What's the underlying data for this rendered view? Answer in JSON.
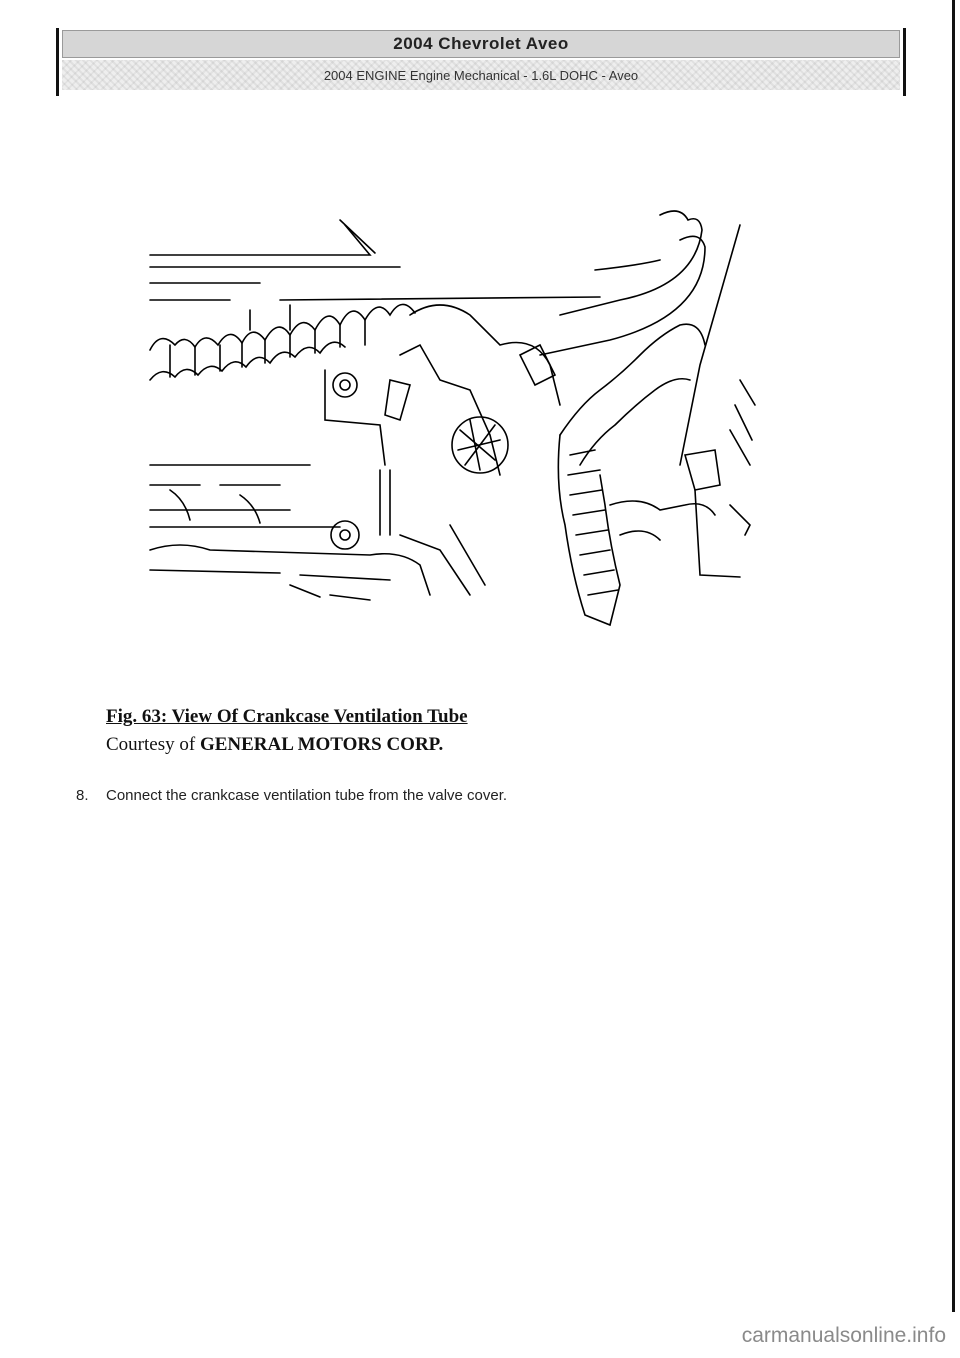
{
  "header": {
    "title": "2004 Chevrolet Aveo",
    "subtitle": "2004 ENGINE Engine Mechanical - 1.6L DOHC - Aveo"
  },
  "figure": {
    "caption": "Fig. 63: View Of Crankcase Ventilation Tube",
    "credit_prefix": "Courtesy of",
    "credit_org": "GENERAL MOTORS CORP."
  },
  "steps": [
    {
      "number": "8.",
      "text": "Connect the crankcase ventilation tube from the valve cover."
    }
  ],
  "watermark": "carmanualsonline.info"
}
